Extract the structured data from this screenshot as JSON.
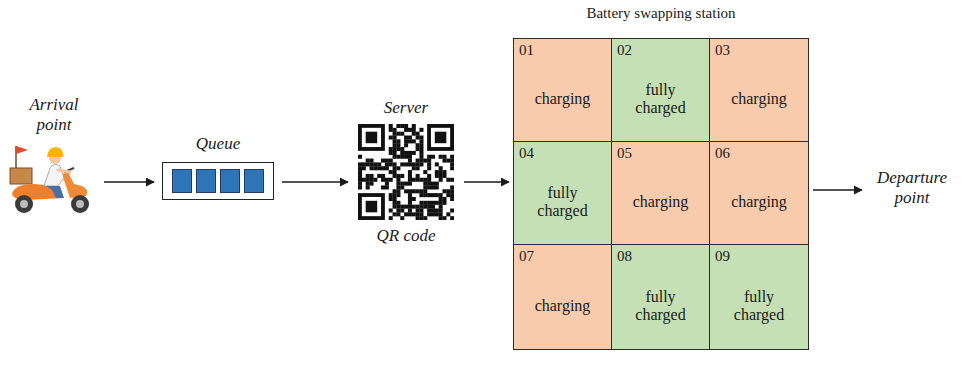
{
  "diagram": {
    "nodes": [
      {
        "text": [
          "Arrival point"
        ]
      },
      {
        "text": [
          "Queue"
        ]
      },
      {
        "text": [
          "Server",
          "QR code"
        ]
      },
      {
        "text": [
          "Battery swapping station"
        ]
      },
      {
        "text": [
          "01",
          "charging"
        ],
        "in": 3
      },
      {
        "text": [
          "02",
          "fully charged"
        ],
        "in": 3
      },
      {
        "text": [
          "03",
          "charging"
        ],
        "in": 3
      },
      {
        "text": [
          "04",
          "fully charged"
        ],
        "in": 3
      },
      {
        "text": [
          "05",
          "charging"
        ],
        "in": 3
      },
      {
        "text": [
          "06",
          "charging"
        ],
        "in": 3
      },
      {
        "text": [
          "07",
          "charging"
        ],
        "in": 3
      },
      {
        "text": [
          "08",
          "fully charged"
        ],
        "in": 3
      },
      {
        "text": [
          "09",
          "fully charged"
        ],
        "in": 3
      },
      {
        "text": [
          "Departure point"
        ]
      }
    ],
    "edges": [
      {
        "from": 0,
        "to": 1,
        "arrow": "to"
      },
      {
        "from": 1,
        "to": 2,
        "arrow": "to"
      },
      {
        "from": 2,
        "to": 3,
        "arrow": "to"
      },
      {
        "from": 3,
        "to": 13,
        "arrow": "to"
      }
    ]
  }
}
